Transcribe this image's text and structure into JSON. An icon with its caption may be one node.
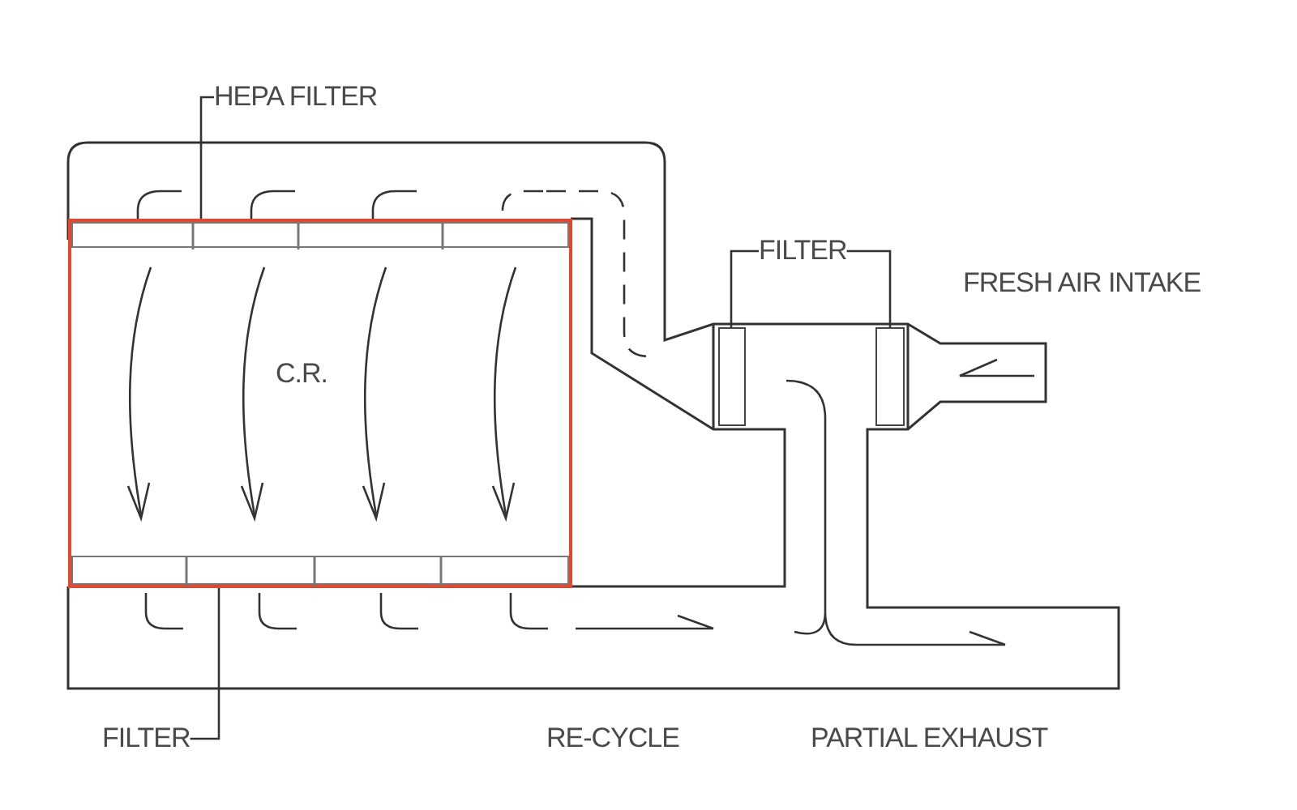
{
  "diagram": {
    "nodes": [
      {
        "text": [
          "C.R."
        ]
      },
      {
        "text": [
          "HEPA FILTER"
        ]
      },
      {
        "text": [],
        "shape": "bar",
        "in": 0
      },
      {
        "text": [
          "FILTER"
        ]
      },
      {
        "text": [],
        "shape": "bar"
      },
      {
        "text": [],
        "shape": "bar"
      },
      {
        "text": [
          "FILTER"
        ]
      },
      {
        "text": [],
        "shape": "bar",
        "in": 0
      }
    ],
    "edges": [
      {
        "from": 1,
        "to": 2,
        "arrow": "none"
      },
      {
        "from": 3,
        "to": 4,
        "arrow": "none"
      },
      {
        "from": 3,
        "to": 5,
        "arrow": "none"
      },
      {
        "from": 6,
        "to": 7,
        "arrow": "none"
      }
    ],
    "labels": [
      "FRESH AIR INTAKE",
      "RE-CYCLE",
      "PARTIAL EXHAUST"
    ]
  }
}
